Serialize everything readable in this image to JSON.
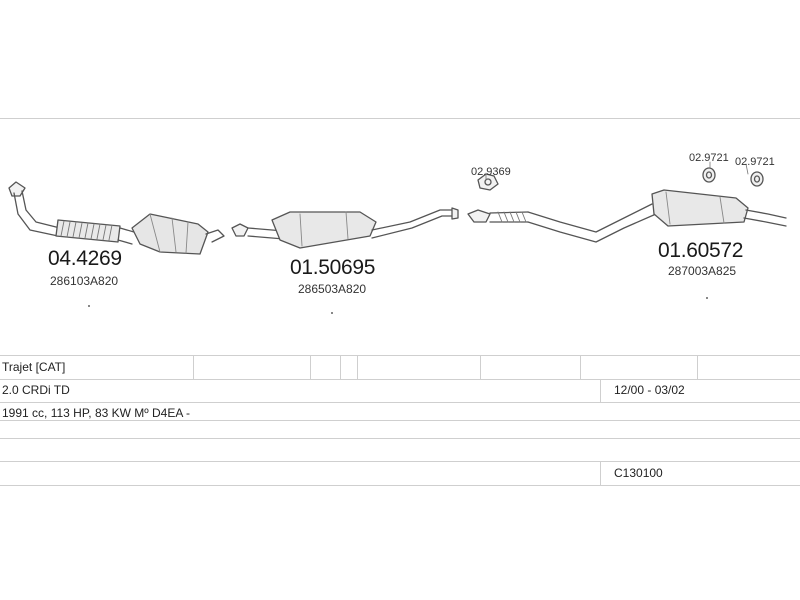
{
  "parts": [
    {
      "number": "04.4269",
      "oem": "286103A820"
    },
    {
      "number": "01.50695",
      "oem": "286503A820"
    },
    {
      "number": "01.60572",
      "oem": "287003A825"
    }
  ],
  "small_parts": [
    "02.9369",
    "02.9721",
    "02.9721"
  ],
  "table": {
    "row1": {
      "model": "Trajet  [CAT]"
    },
    "row2": {
      "engine": "2.0 CRDi TD",
      "period": "12/00 - 03/02"
    },
    "row3": {
      "spec": "1991 cc, 113 HP, 83 KW Mº D4EA -"
    },
    "row5": {
      "code": "C130100"
    }
  }
}
